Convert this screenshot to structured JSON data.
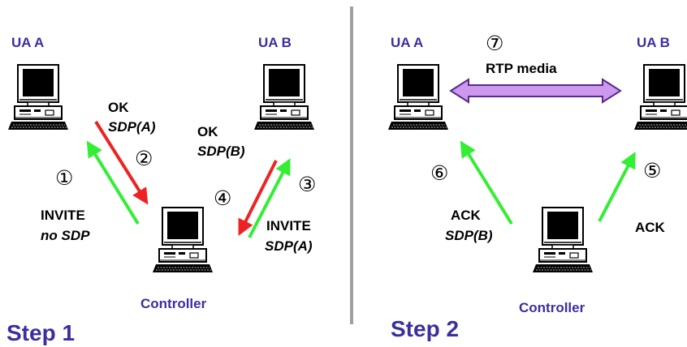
{
  "step1": {
    "ua_a": "UA A",
    "ua_b": "UA B",
    "controller": "Controller",
    "title": "Step 1",
    "messages": {
      "invite1_line1": "INVITE",
      "invite1_line2": "no SDP",
      "ok_a_line1": "OK",
      "ok_a_line2": "SDP(A)",
      "ok_b_line1": "OK",
      "ok_b_line2": "SDP(B)",
      "invite2_line1": "INVITE",
      "invite2_line2": "SDP(A)"
    },
    "numbers": {
      "n1": "①",
      "n2": "②",
      "n3": "③",
      "n4": "④"
    }
  },
  "step2": {
    "ua_a": "UA A",
    "ua_b": "UA B",
    "controller": "Controller",
    "title": "Step 2",
    "messages": {
      "rtp": "RTP media",
      "ack_a_line1": "ACK",
      "ack_a_line2": "SDP(B)",
      "ack_b": "ACK"
    },
    "numbers": {
      "n5": "⑤",
      "n6": "⑥",
      "n7": "⑦"
    }
  },
  "colors": {
    "green_arrow": "#33ee33",
    "red_arrow": "#ee2222",
    "rtp_arrow_fill": "#cc99ee",
    "rtp_arrow_stroke": "#5a2a8a",
    "label_blue": "#3b2f9e",
    "divider": "#a0a0a0"
  },
  "icons": [
    "computer-icon"
  ]
}
